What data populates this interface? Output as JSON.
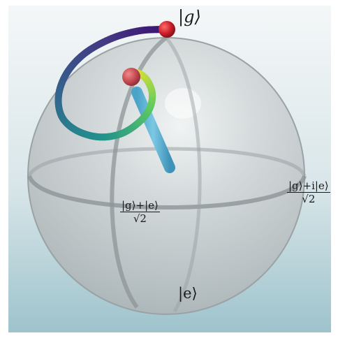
{
  "labels": {
    "ground": "|g⟩",
    "excited": "|e⟩",
    "plus_numerator": "|g⟩+|e⟩",
    "plus_denominator": "√2",
    "plus_i_numerator": "|g⟩+i|e⟩",
    "plus_i_denominator": "√2"
  },
  "colors": {
    "background_top": "#f4f7f8",
    "background_bottom": "#9ec3cc",
    "sphere_fill": "#c9cfd1",
    "sphere_edge": "#9aa2a5",
    "grid_lines": "#8d9597",
    "state_vector": "#5fb4d6",
    "point_marker": "#c81e2a",
    "trajectory_start": "#3b0f70",
    "trajectory_mid": "#21918c",
    "trajectory_end": "#fde725"
  }
}
